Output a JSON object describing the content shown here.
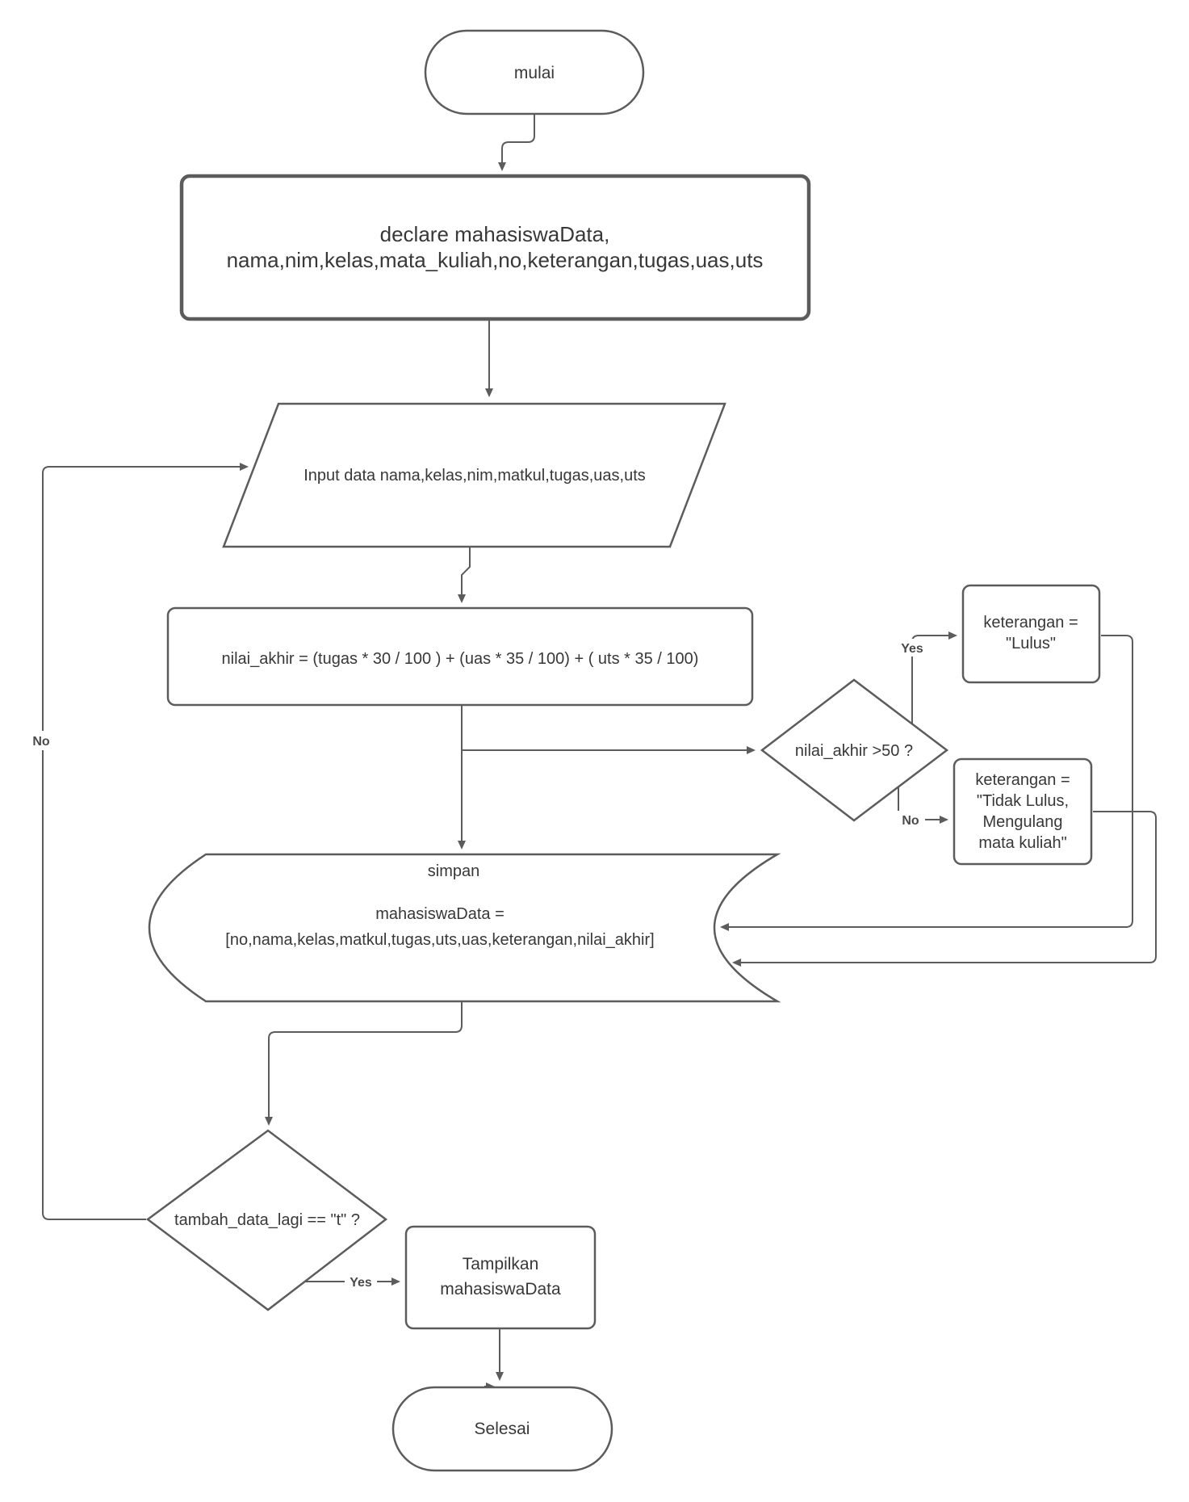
{
  "canvas": {
    "background": "#ffffff",
    "stroke_color": "#5c5c5c",
    "text_color": "#383838",
    "edge_label_color": "#4a4a4a"
  },
  "nodes": {
    "start": {
      "type": "terminator",
      "label": "mulai"
    },
    "declare": {
      "type": "process",
      "lines": [
        "declare mahasiswaData,",
        "nama,nim,kelas,mata_kuliah,no,keterangan,tugas,uas,uts"
      ]
    },
    "input": {
      "type": "input-output",
      "label": "Input data nama,kelas,nim,matkul,tugas,uas,uts"
    },
    "calc": {
      "type": "process",
      "label": "nilai_akhir = (tugas * 30 / 100 ) + (uas * 35 / 100) + ( uts * 35 / 100)"
    },
    "decision_pass": {
      "type": "decision",
      "label": "nilai_akhir >50 ?"
    },
    "lulus": {
      "type": "process",
      "lines": [
        "keterangan =",
        "\"Lulus\""
      ]
    },
    "tidak_lulus": {
      "type": "process",
      "lines": [
        "keterangan =",
        "\"Tidak Lulus,",
        "Mengulang",
        "mata kuliah\""
      ]
    },
    "simpan": {
      "type": "stored-data",
      "lines": [
        "simpan",
        "mahasiswaData =",
        "[no,nama,kelas,matkul,tugas,uts,uas,keterangan,nilai_akhir]"
      ]
    },
    "decision_more": {
      "type": "decision",
      "label": "tambah_data_lagi == \"t\" ?"
    },
    "tampilkan": {
      "type": "process",
      "lines": [
        "Tampilkan",
        "mahasiswaData"
      ]
    },
    "end": {
      "type": "terminator",
      "label": "Selesai"
    }
  },
  "edge_labels": {
    "pass_yes": "Yes",
    "pass_no": "No",
    "more_yes": "Yes",
    "more_no": "No"
  }
}
